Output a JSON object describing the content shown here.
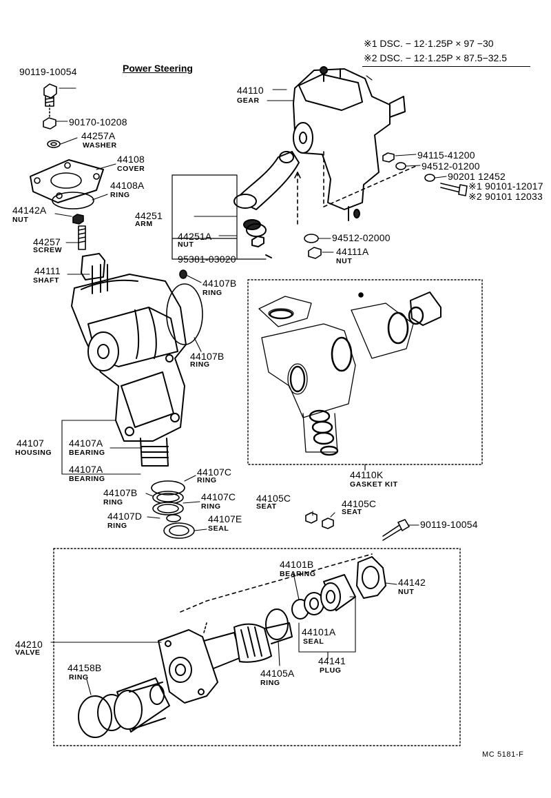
{
  "title": "Power Steering",
  "notes": [
    "※1 DSC. − 12·1.25P × 97 −30",
    "※2 DSC. − 12·1.25P × 87.5−32.5"
  ],
  "footer": "MC  5181-F",
  "callouts": {
    "p90119_top": "90119-10054",
    "p90170": "90170-10208",
    "p44257A": "44257A",
    "n44257A": "WASHER",
    "p44108": "44108",
    "n44108": "COVER",
    "p44108A": "44108A",
    "n44108A": "RING",
    "p44142A": "44142A",
    "n44142A": "NUT",
    "p44257": "44257",
    "n44257": "SCREW",
    "p44111": "44111",
    "n44111": "SHAFT",
    "p44107B_a": "44107B",
    "n44107B_a": "RING",
    "p44107B_b": "44107B",
    "n44107B_b": "RING",
    "p44107": "44107",
    "n44107": "HOUSING",
    "p44107A_a": "44107A",
    "n44107A_a": "BEARING",
    "p44107A_b": "44107A",
    "n44107A_b": "BEARING",
    "p44107C_a": "44107C",
    "n44107C_a": "RING",
    "p44107B_c": "44107B",
    "n44107B_c": "RING",
    "p44107C_b": "44107C",
    "n44107C_b": "RING",
    "p44107D": "44107D",
    "n44107D": "RING",
    "p44107E": "44107E",
    "n44107E": "SEAL",
    "p44110": "44110",
    "n44110": "GEAR",
    "p94115": "94115-41200",
    "p94512_a": "94512-01200",
    "p90201": "90201 12452",
    "p90101_1": "※1 90101-12017",
    "p90101_2": "※2 90101 12033",
    "p44251": "44251",
    "n44251": "ARM",
    "p44251A": "44251A",
    "n44251A": "NUT",
    "p95381": "95381-03020",
    "p94512_b": "94512-02000",
    "p44111A": "44111A",
    "n44111A": "NUT",
    "p44110K": "44110K",
    "n44110K": "GASKET KIT",
    "p44105C_a": "44105C",
    "n44105C_a": "SEAT",
    "p44105C_b": "44105C",
    "n44105C_b": "SEAT",
    "p90119_bot": "90119-10054",
    "p44101B": "44101B",
    "n44101B": "BEARING",
    "p44142": "44142",
    "n44142": "NUT",
    "p44210": "44210",
    "n44210": "VALVE",
    "p44101A": "44101A",
    "n44101A": "SEAL",
    "p44141": "44141",
    "n44141": "PLUG",
    "p44158B": "44158B",
    "n44158B": "RING",
    "p44105A": "44105A",
    "n44105A": "RING"
  }
}
